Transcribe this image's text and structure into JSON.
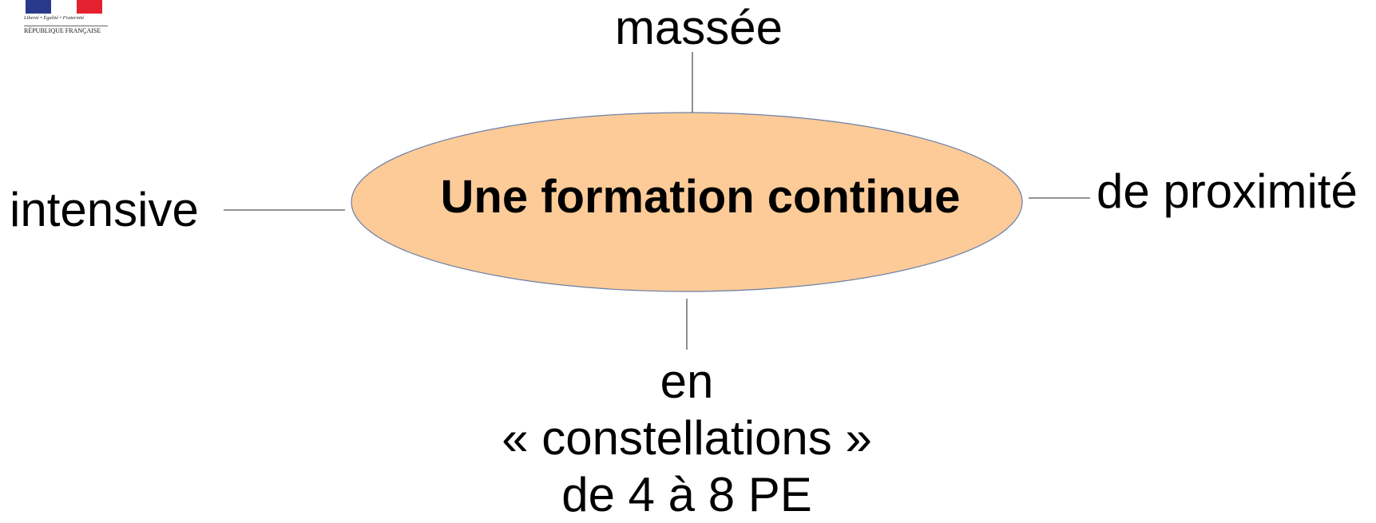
{
  "logo": {
    "motto": "Liberté • Égalité • Fraternité",
    "name": "RÉPUBLIQUE FRANÇAISE",
    "colors": {
      "blue": "#2a3a8a",
      "white": "#ffffff",
      "red": "#e4222f"
    }
  },
  "diagram": {
    "center": {
      "label": "Une formation continue",
      "fill_color": "#fccb98",
      "border_color": "#6a7fa8"
    },
    "branches": {
      "top": "massée",
      "left": "intensive",
      "right": "de proximité",
      "bottom": [
        "en",
        "« constellations »",
        "de 4 à 8 PE"
      ]
    },
    "connector_color": "#555555"
  }
}
